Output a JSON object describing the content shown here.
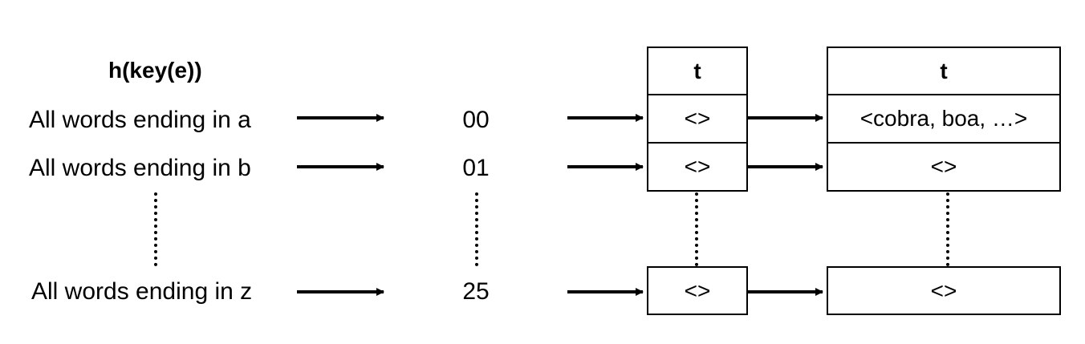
{
  "title": "h(key(e))",
  "rows": [
    {
      "label": "All words ending in a",
      "code": "00",
      "t1": "<>",
      "t2": "<cobra, boa, …>"
    },
    {
      "label": "All words ending in b",
      "code": "01",
      "t1": "<>",
      "t2": "<>"
    },
    {
      "label": "All words ending in z",
      "code": "25",
      "t1": "<>",
      "t2": "<>"
    }
  ],
  "table1_header": "t",
  "table2_header": "t"
}
